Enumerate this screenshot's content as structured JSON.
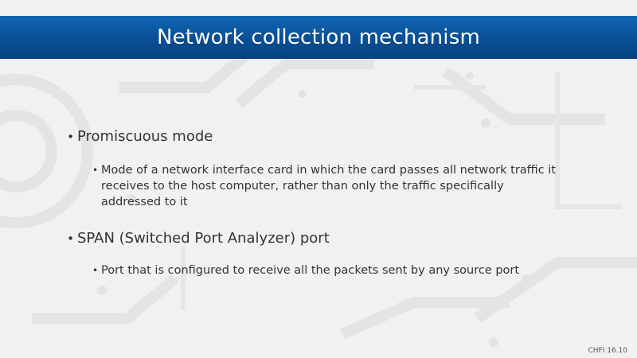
{
  "slide": {
    "title": "Network collection mechanism",
    "bullets": [
      {
        "text": "Promiscuous mode",
        "sub": "Mode of a network interface card in which the card passes all network traffic it receives to the host computer, rather than only the traffic specifically addressed to it"
      },
      {
        "text": "SPAN (Switched Port Analyzer) port",
        "sub": "Port that is configured to receive all the packets sent by any source port"
      }
    ],
    "footer": "CHFI 16.10"
  },
  "colors": {
    "title_bar": "#0a4f96",
    "title_text": "#ffffff",
    "body_text": "#333333",
    "background": "#f1f1f1"
  }
}
